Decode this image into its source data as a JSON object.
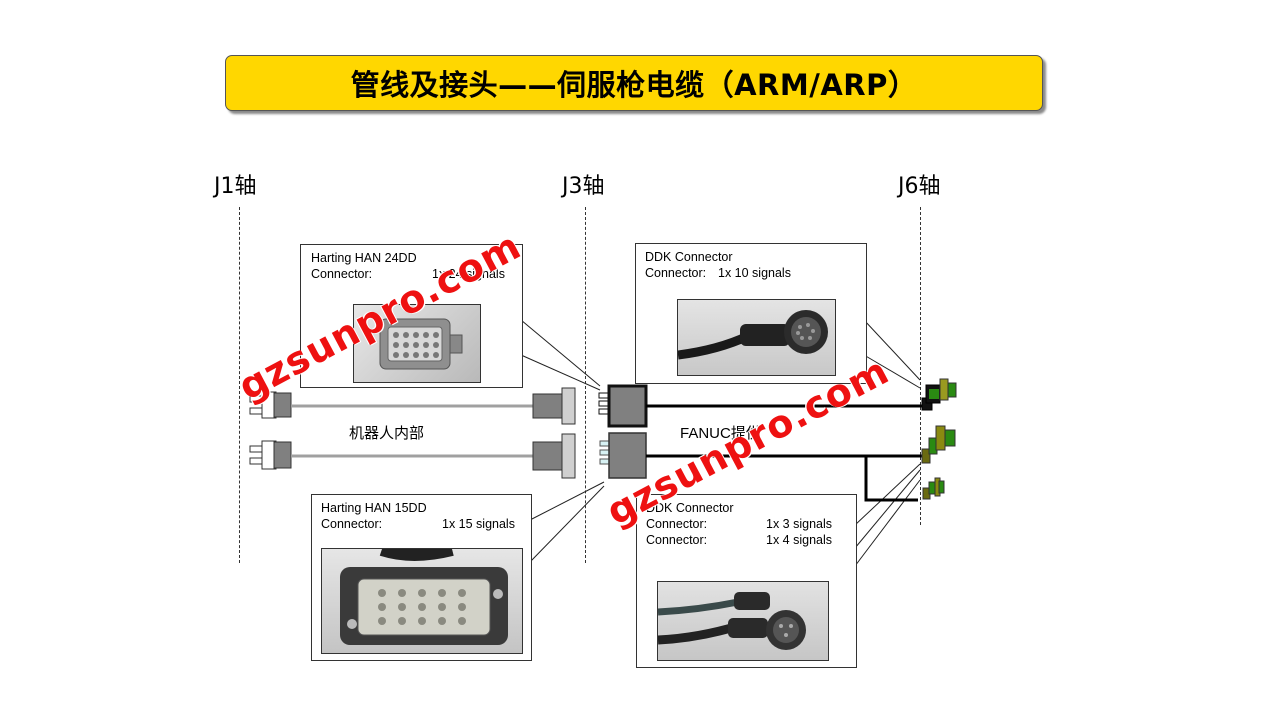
{
  "title": "管线及接头——伺服枪电缆（ARM/ARP）",
  "axes": {
    "j1": "J1轴",
    "j3": "J3轴",
    "j6": "J6轴"
  },
  "callouts": {
    "han24": {
      "line1": "Harting HAN 24DD",
      "line2_label": "Connector:",
      "line2_value": "1x 24 signals"
    },
    "ddk10": {
      "line1": "DDK Connector",
      "line2_label": "Connector:",
      "line2_value": "1x 10 signals"
    },
    "han15": {
      "line1": "Harting HAN 15DD",
      "line2_label": "Connector:",
      "line2_value": "1x 15 signals"
    },
    "ddk34": {
      "line1": "DDK Connector",
      "line2_label": "Connector:",
      "line2_value": "1x 3 signals",
      "line3_label": "Connector:",
      "line3_value": "1x 4 signals"
    }
  },
  "labels": {
    "internal": "机器人内部",
    "fanuc": "FANUC提供"
  },
  "watermark": "gzsunpro.com",
  "colors": {
    "title_bg": "#ffd700",
    "watermark": "#ee1111",
    "connector_green": "#2a8a12",
    "connector_olive": "#8a8a10",
    "connector_gray": "#7a7a7a"
  }
}
